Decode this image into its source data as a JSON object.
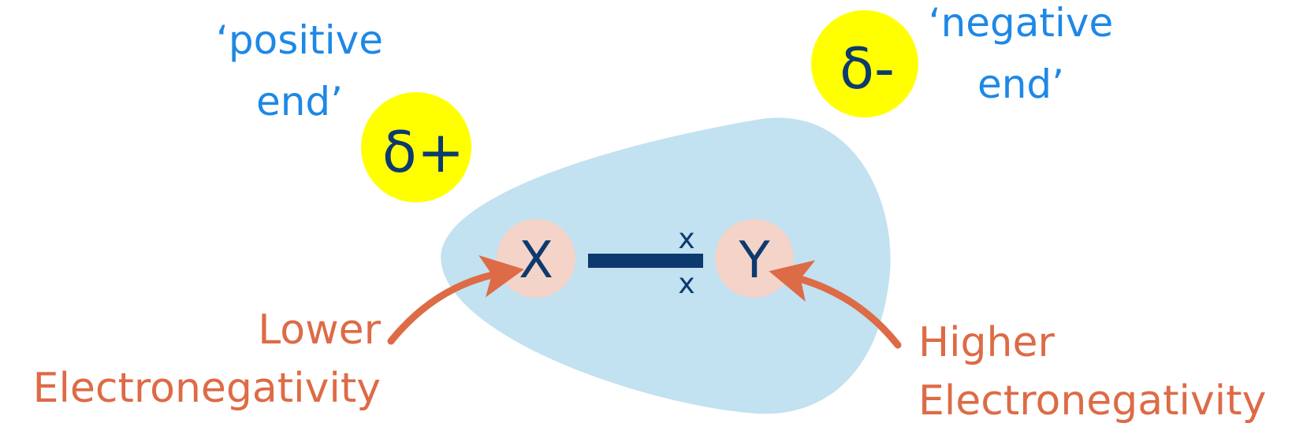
{
  "positive_label": {
    "line1": "‘positive",
    "line2": "end’"
  },
  "negative_label": {
    "line1": "‘negative",
    "line2": "end’"
  },
  "delta_positive": "δ+",
  "delta_negative": "δ-",
  "atom_left": "X",
  "atom_right": "Y",
  "electron_top": "x",
  "electron_bottom": "x",
  "lower_label": {
    "line1": "Lower",
    "line2": "Electronegativity"
  },
  "higher_label": {
    "line1": "Higher",
    "line2": "Electronegativity"
  },
  "colors": {
    "cloud": "#c2e1f1",
    "delta_circle": "#ffff00",
    "atom_circle": "#f4d3c9",
    "dark_navy": "#0d3a6e",
    "blue_text": "#1e88e5",
    "orange": "#dd6b46"
  }
}
